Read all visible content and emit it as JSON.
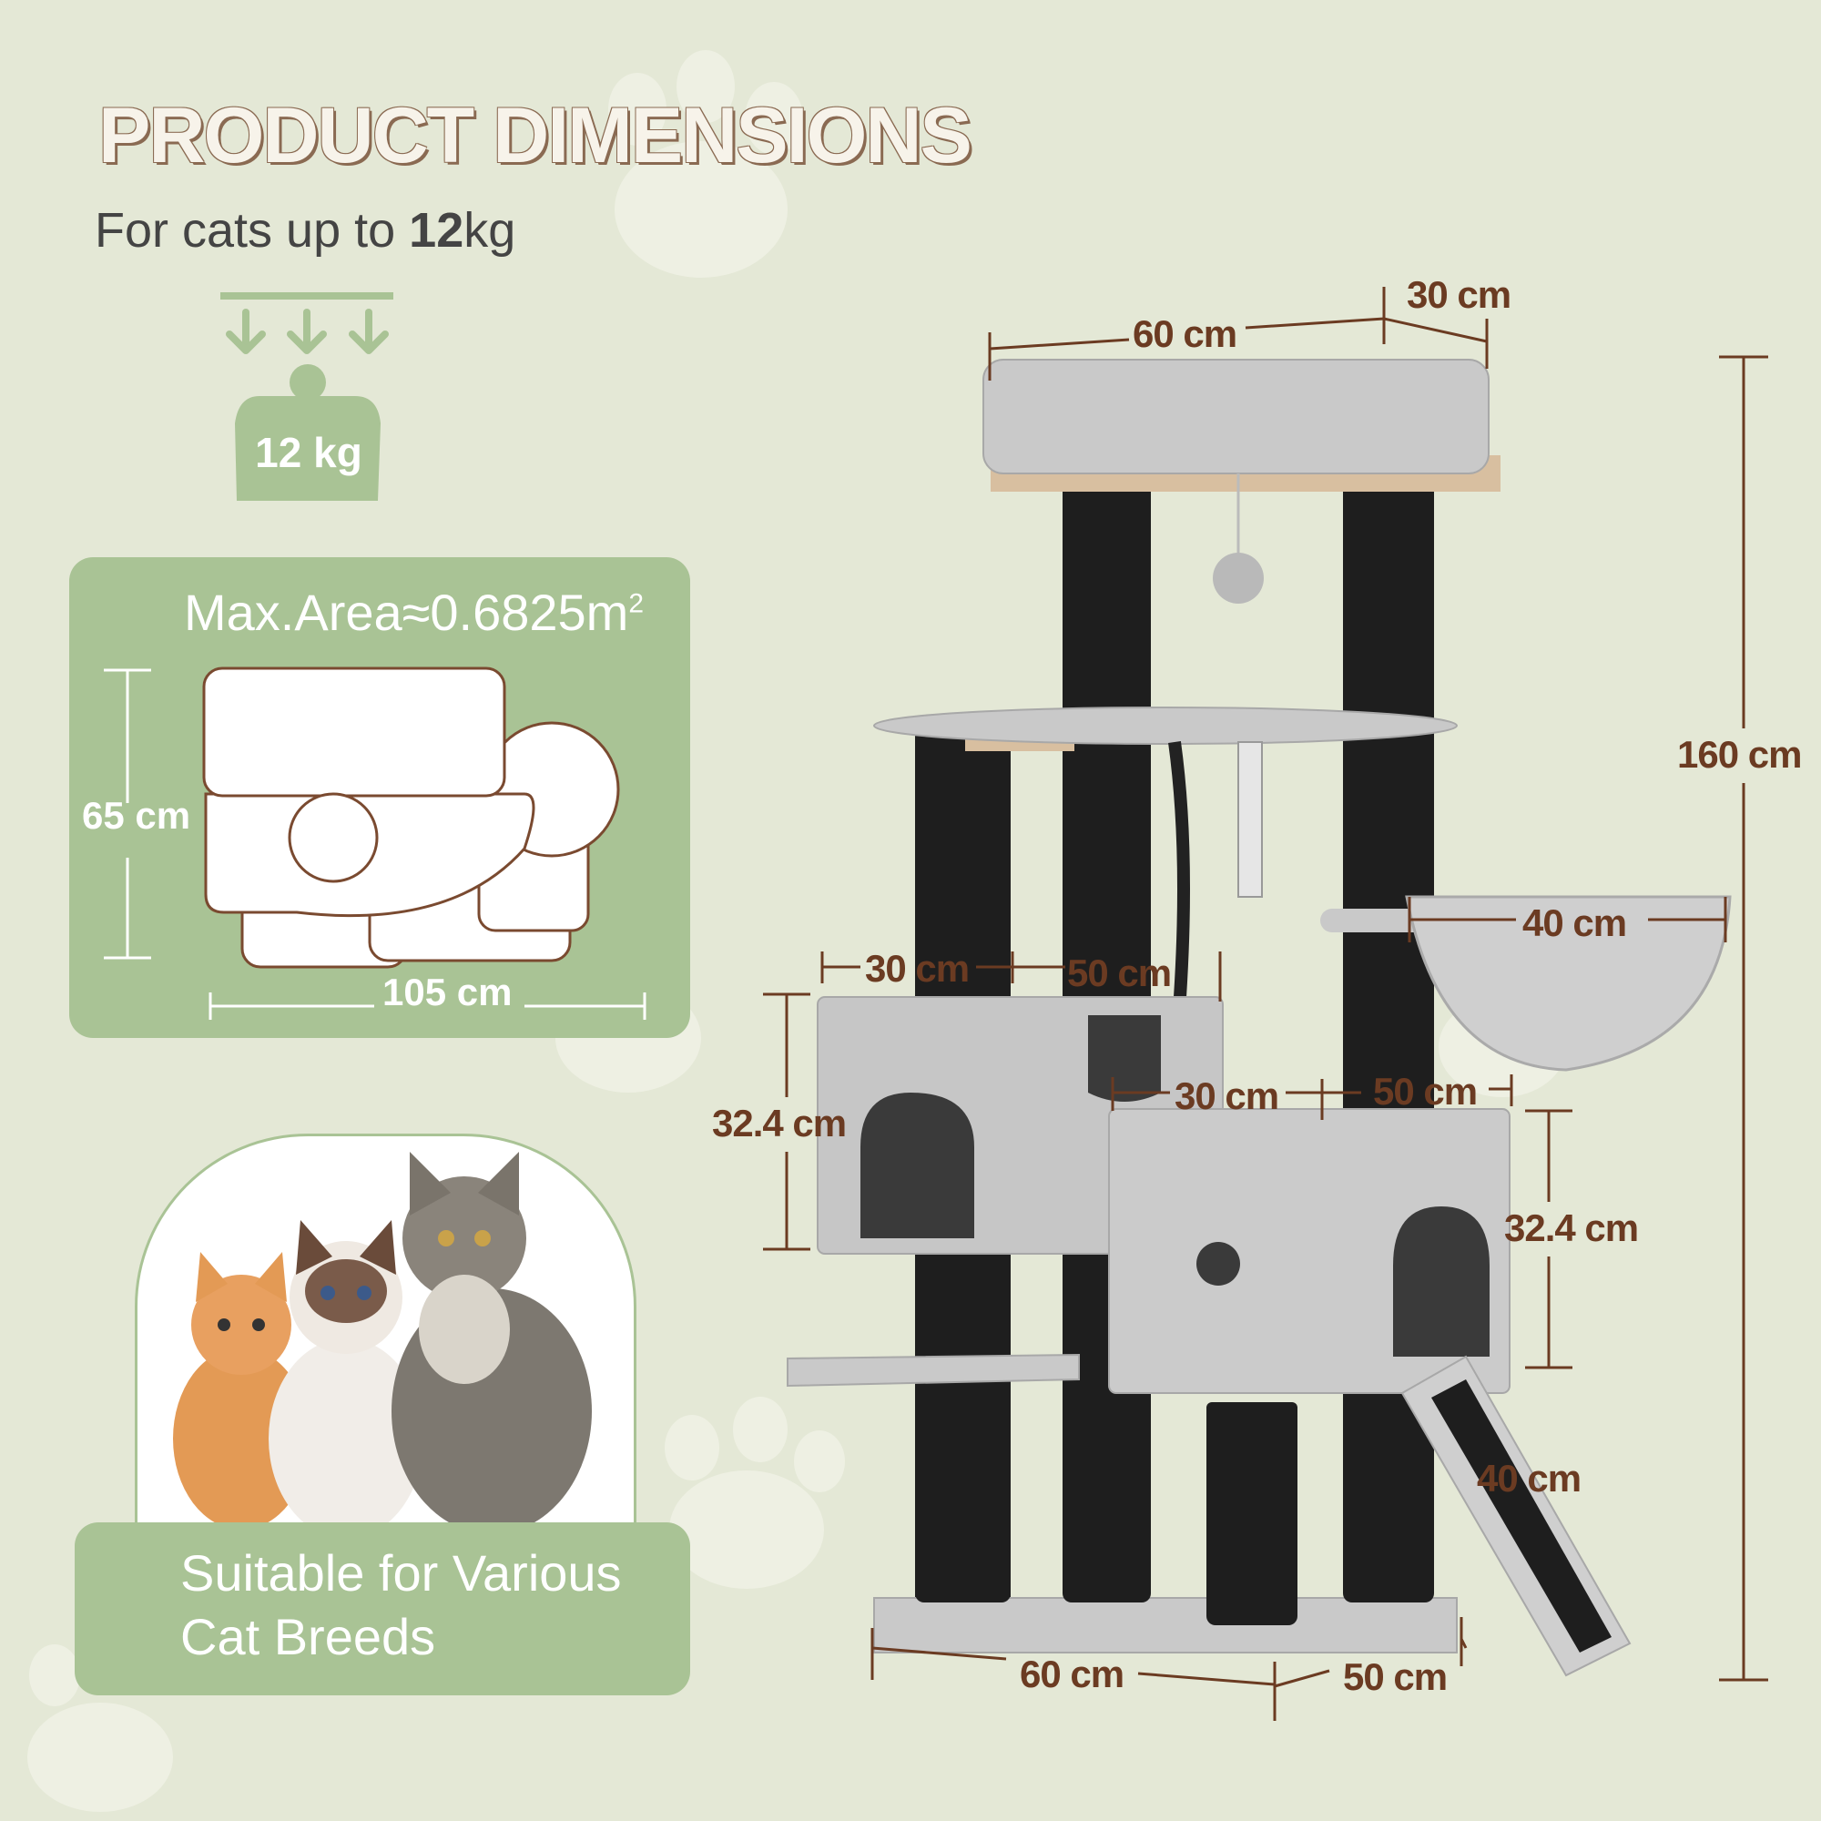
{
  "title": "PRODUCT DIMENSIONS",
  "subtitle": {
    "prefix": "For cats up to ",
    "bold": "12",
    "suffix": "kg"
  },
  "weight_badge": "12 kg",
  "area_panel": {
    "label": "Max.Area≈0.6825m",
    "superscript": "2",
    "height": "65 cm",
    "width": "105 cm"
  },
  "cats_caption": {
    "line1": "Suitable for Various",
    "line2": "Cat Breeds"
  },
  "dimensions": {
    "top_width": "60 cm",
    "top_depth": "30 cm",
    "total_height": "160 cm",
    "hammock_width": "40 cm",
    "left_condo_depth": "30 cm",
    "left_condo_width": "50 cm",
    "left_condo_height": "32.4 cm",
    "right_condo_depth": "30 cm",
    "right_condo_width": "50 cm",
    "right_condo_height": "32.4 cm",
    "ramp_length": "40 cm",
    "base_width": "60 cm",
    "base_depth": "50 cm"
  },
  "colors": {
    "background": "#e4e8d6",
    "panel_green": "#a9c395",
    "dimension_brown": "#6b3b22",
    "plush_grey": "#c9c9c9",
    "sisal_black": "#1e1e1e"
  }
}
